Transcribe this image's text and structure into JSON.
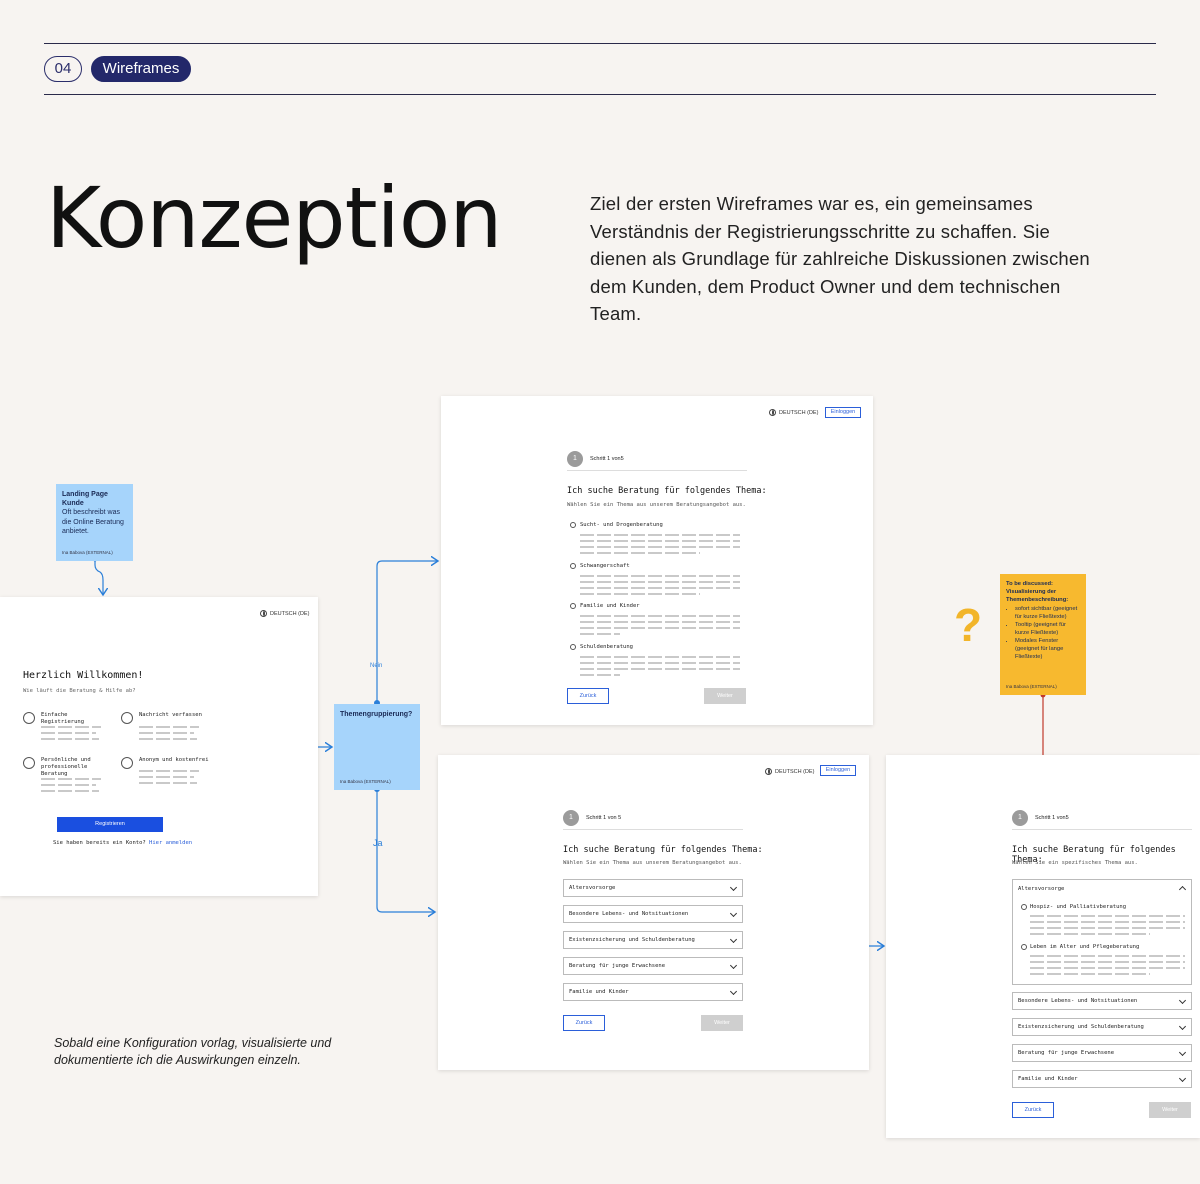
{
  "header": {
    "section_number": "04",
    "section_tag": "Wireframes"
  },
  "title": "Konzeption",
  "intro_text": "Ziel der ersten Wireframes war es, ein gemeinsames Verständnis der Registrierungsschritte zu schaffen. Sie dienen als Grundlage für zahlreiche Diskussionen zwischen dem Kunden, dem Product Owner und dem technischen Team.",
  "caption": "Sobald eine Konfiguration vorlag, visualisierte und dokumentierte ich die Auswirkungen einzeln.",
  "colors": {
    "accent_blue": "#2b7fd9",
    "connector_red": "#c0392b",
    "sticky_blue": "#a6d4fb",
    "sticky_yellow": "#f7b92f",
    "navy": "#23286a"
  },
  "sticky_landing": {
    "title": "Landing Page Kunde",
    "text": "Oft beschreibt was die Online Beratung anbietet.",
    "author": "Ina Babova (EXTERNAL)"
  },
  "sticky_grouping": {
    "title": "Themengruppierung?",
    "author": "Ina Babova (EXTERNAL)"
  },
  "sticky_discuss": {
    "title": "To be discussed: Visualisierung der Themenbeschreibung:",
    "items": [
      "sofort sichtbar (geeignet für kurze Fließtexte)",
      "Tooltip (geeignet für kurze Fließtexte)",
      "Modales Fenster (geeignet für lange Fließtexte)"
    ],
    "author": "Ina Babova (EXTERNAL)"
  },
  "flow_labels": {
    "no": "Nein",
    "yes": "Ja"
  },
  "question_mark": "?",
  "common": {
    "language": "DEUTSCH (DE)",
    "login": "Einloggen",
    "back": "Zurück",
    "next": "Weiter",
    "question": "Ich suche Beratung für folgendes Thema:"
  },
  "welcome_frame": {
    "heading": "Herzlich Willkommen!",
    "subheading": "Wie läuft die Beratung & Hilfe ab?",
    "features": [
      "Einfache Registrierung",
      "Nachricht verfassen",
      "Persönliche und professionelle Beratung",
      "Anonym und kostenfrei"
    ],
    "register": "Registrieren",
    "login_prompt": "Sie haben bereits ein Konto?",
    "login_link": "Hier anmelden"
  },
  "frame_radio": {
    "step_number": "1",
    "step_label": "Schritt 1 von5",
    "sub": "Wählen Sie ein Thema aus unserem Beratungsangebot aus.",
    "options": [
      "Sucht- und Drogenberatung",
      "Schwangerschaft",
      "Familie und Kinder",
      "Schuldenberatung"
    ]
  },
  "frame_select": {
    "step_number": "1",
    "step_label": "Schritt 1 von 5",
    "sub": "Wählen Sie ein Thema aus unserem Beratungsangebot aus.",
    "options": [
      "Altersvorsorge",
      "Besondere Lebens- und Notsituationen",
      "Existenzsicherung und Schuldenberatung",
      "Beratung für junge Erwachsene",
      "Familie und Kinder"
    ]
  },
  "frame_expanded": {
    "step_number": "1",
    "step_label": "Schritt 1 von5",
    "sub": "Wählen Sie ein spezifisches Thema aus.",
    "open_group": "Altersvorsorge",
    "sub_options": [
      "Hospiz- und Palliativberatung",
      "Leben im Alter und Pflegeberatung"
    ],
    "options": [
      "Besondere Lebens- und Notsituationen",
      "Existenzsicherung und Schuldenberatung",
      "Beratung für junge Erwachsene",
      "Familie und Kinder"
    ]
  }
}
